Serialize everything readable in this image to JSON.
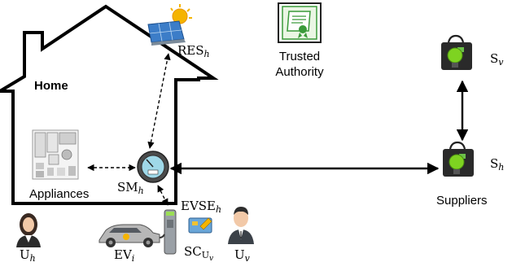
{
  "home": {
    "title": "Home"
  },
  "nodes": {
    "res": {
      "base": "RES",
      "sub": "h"
    },
    "appliances": {
      "label": "Appliances"
    },
    "sm": {
      "base": "SM",
      "sub": "h"
    },
    "evse": {
      "base": "EVSE",
      "sub": "h"
    },
    "ev": {
      "base": "EV",
      "sub": "i"
    },
    "sc": {
      "base": "SC",
      "sub": "U",
      "subsub": "v"
    },
    "uh": {
      "base": "U",
      "sub": "h"
    },
    "uv": {
      "base": "U",
      "sub": "v"
    },
    "ta": {
      "line1": "Trusted",
      "line2": "Authority"
    },
    "sv": {
      "base": "S",
      "sub": "v"
    },
    "sh": {
      "base": "S",
      "sub": "h"
    },
    "suppliers": {
      "label": "Suppliers"
    }
  },
  "icons": {
    "solar_panel": "solar-panel-icon",
    "certificate": "certificate-icon",
    "appliances": "appliances-icon",
    "smart_meter": "smart-meter-icon",
    "ev_charger": "ev-charger-icon",
    "electric_car": "electric-car-icon",
    "smart_card": "smart-card-icon",
    "user_female": "user-female-icon",
    "user_male": "user-male-icon",
    "supplier_bag": "supplier-bag-icon"
  },
  "colors": {
    "stroke": "#000000",
    "certificate_green": "#3a9a3a",
    "bulb_green": "#7ed321",
    "meter_face": "#9fd8e8",
    "solar_blue": "#3c7dc8",
    "sun": "#f5b400"
  }
}
